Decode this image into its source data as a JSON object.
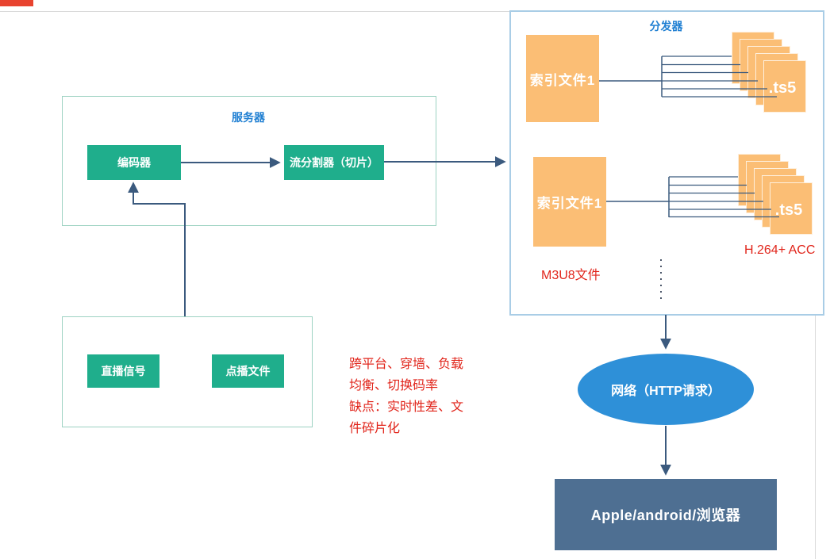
{
  "colors": {
    "box_green": "#1fae8c",
    "file_orange": "#fbbe75",
    "connector_navy": "#3b5a7e",
    "title_blue": "#1f7fd2",
    "annotation_red": "#e1251b",
    "network_blue": "#2e90d8",
    "client_slate": "#4e6f92",
    "panel_border_blue": "#a9cde6",
    "server_border_teal": "#9dd2c2"
  },
  "server": {
    "title": "服务器",
    "encoder_label": "编码器",
    "splitter_label": "流分割器（切片）"
  },
  "sources": {
    "live_label": "直播信号",
    "vod_label": "点播文件"
  },
  "notes": {
    "line1": "跨平台、穿墙、负载",
    "line2": "均衡、切换码率",
    "line3": "缺点：实时性差、文",
    "line4": "件碎片化"
  },
  "distributor": {
    "title": "分发器",
    "index_file_1": "索引文件1",
    "index_file_2": "索引文件1",
    "ts_label_1": ".ts5",
    "ts_label_2": ".ts5",
    "m3u8_label": "M3U8文件",
    "codec_label": "H.264+ ACC"
  },
  "network": {
    "label": "网络（HTTP请求）"
  },
  "client": {
    "label": "Apple/android/浏览器"
  }
}
